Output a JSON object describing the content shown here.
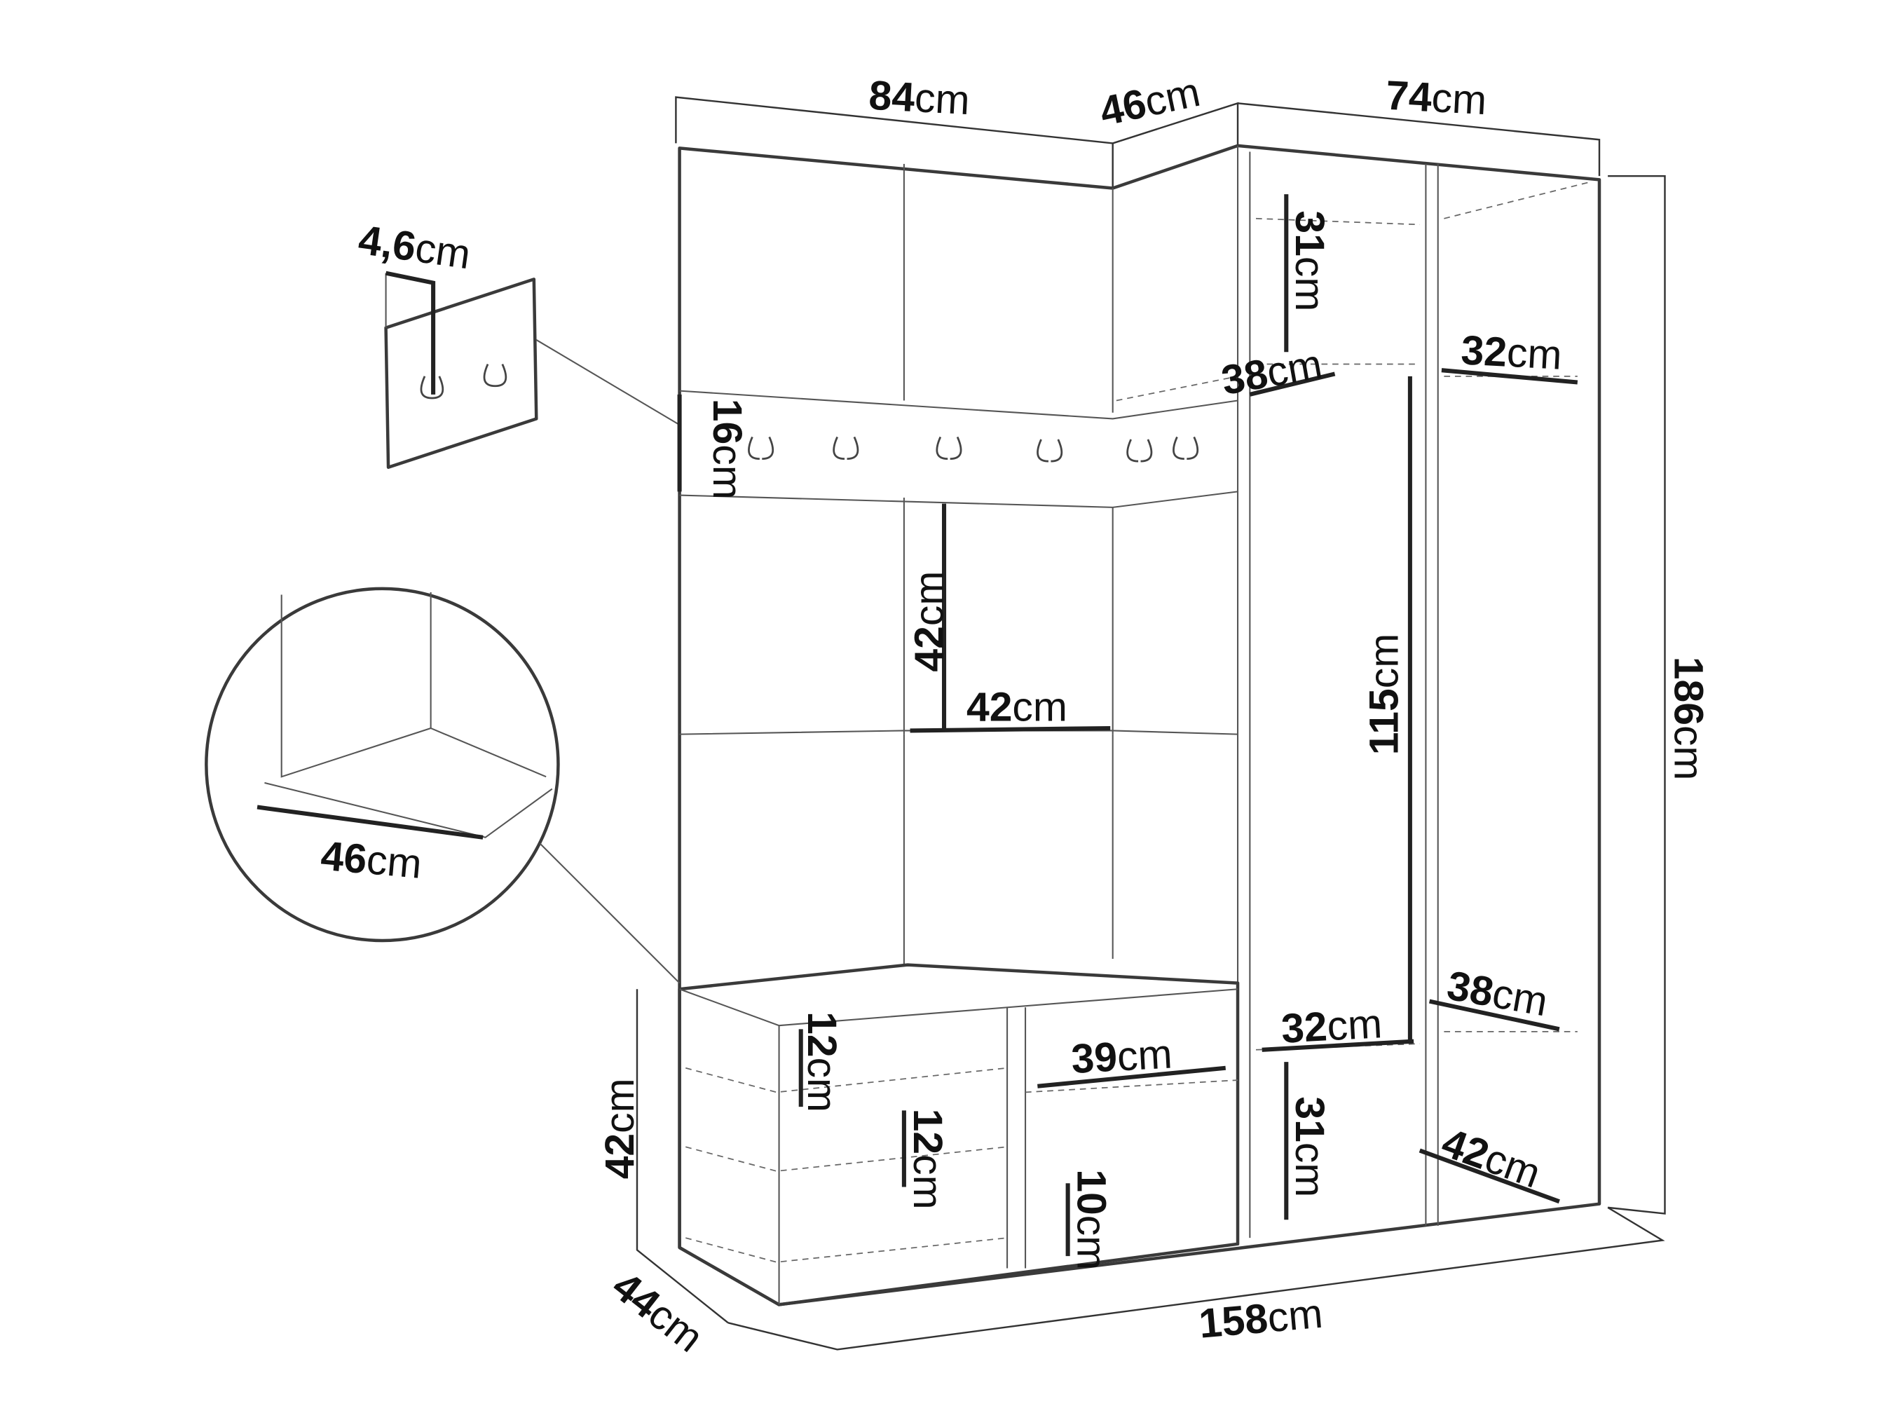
{
  "unit": "cm",
  "dimensions": {
    "top_left_width": "84",
    "top_corner_width": "46",
    "top_right_width": "74",
    "hook_panel_depth": "4,6",
    "hook_rail_height": "16",
    "top_shelf_height": "31",
    "top_shelf_depth": "38",
    "right_top_shelf_depth": "32",
    "panel_height": "42",
    "panel_width": "42",
    "wardrobe_inner_height": "115",
    "total_height": "186",
    "seat_cushion_width": "46",
    "right_lower_shelf_depth": "38",
    "wardrobe_shelf_depth": "32",
    "bench_drawer_height": "12",
    "bench_inner_height": "12",
    "bench_shelf_width": "39",
    "wardrobe_bottom_height": "31",
    "bench_bottom_height": "10",
    "right_bottom_depth": "42",
    "bench_height": "42",
    "bench_depth": "44",
    "total_width": "158"
  }
}
